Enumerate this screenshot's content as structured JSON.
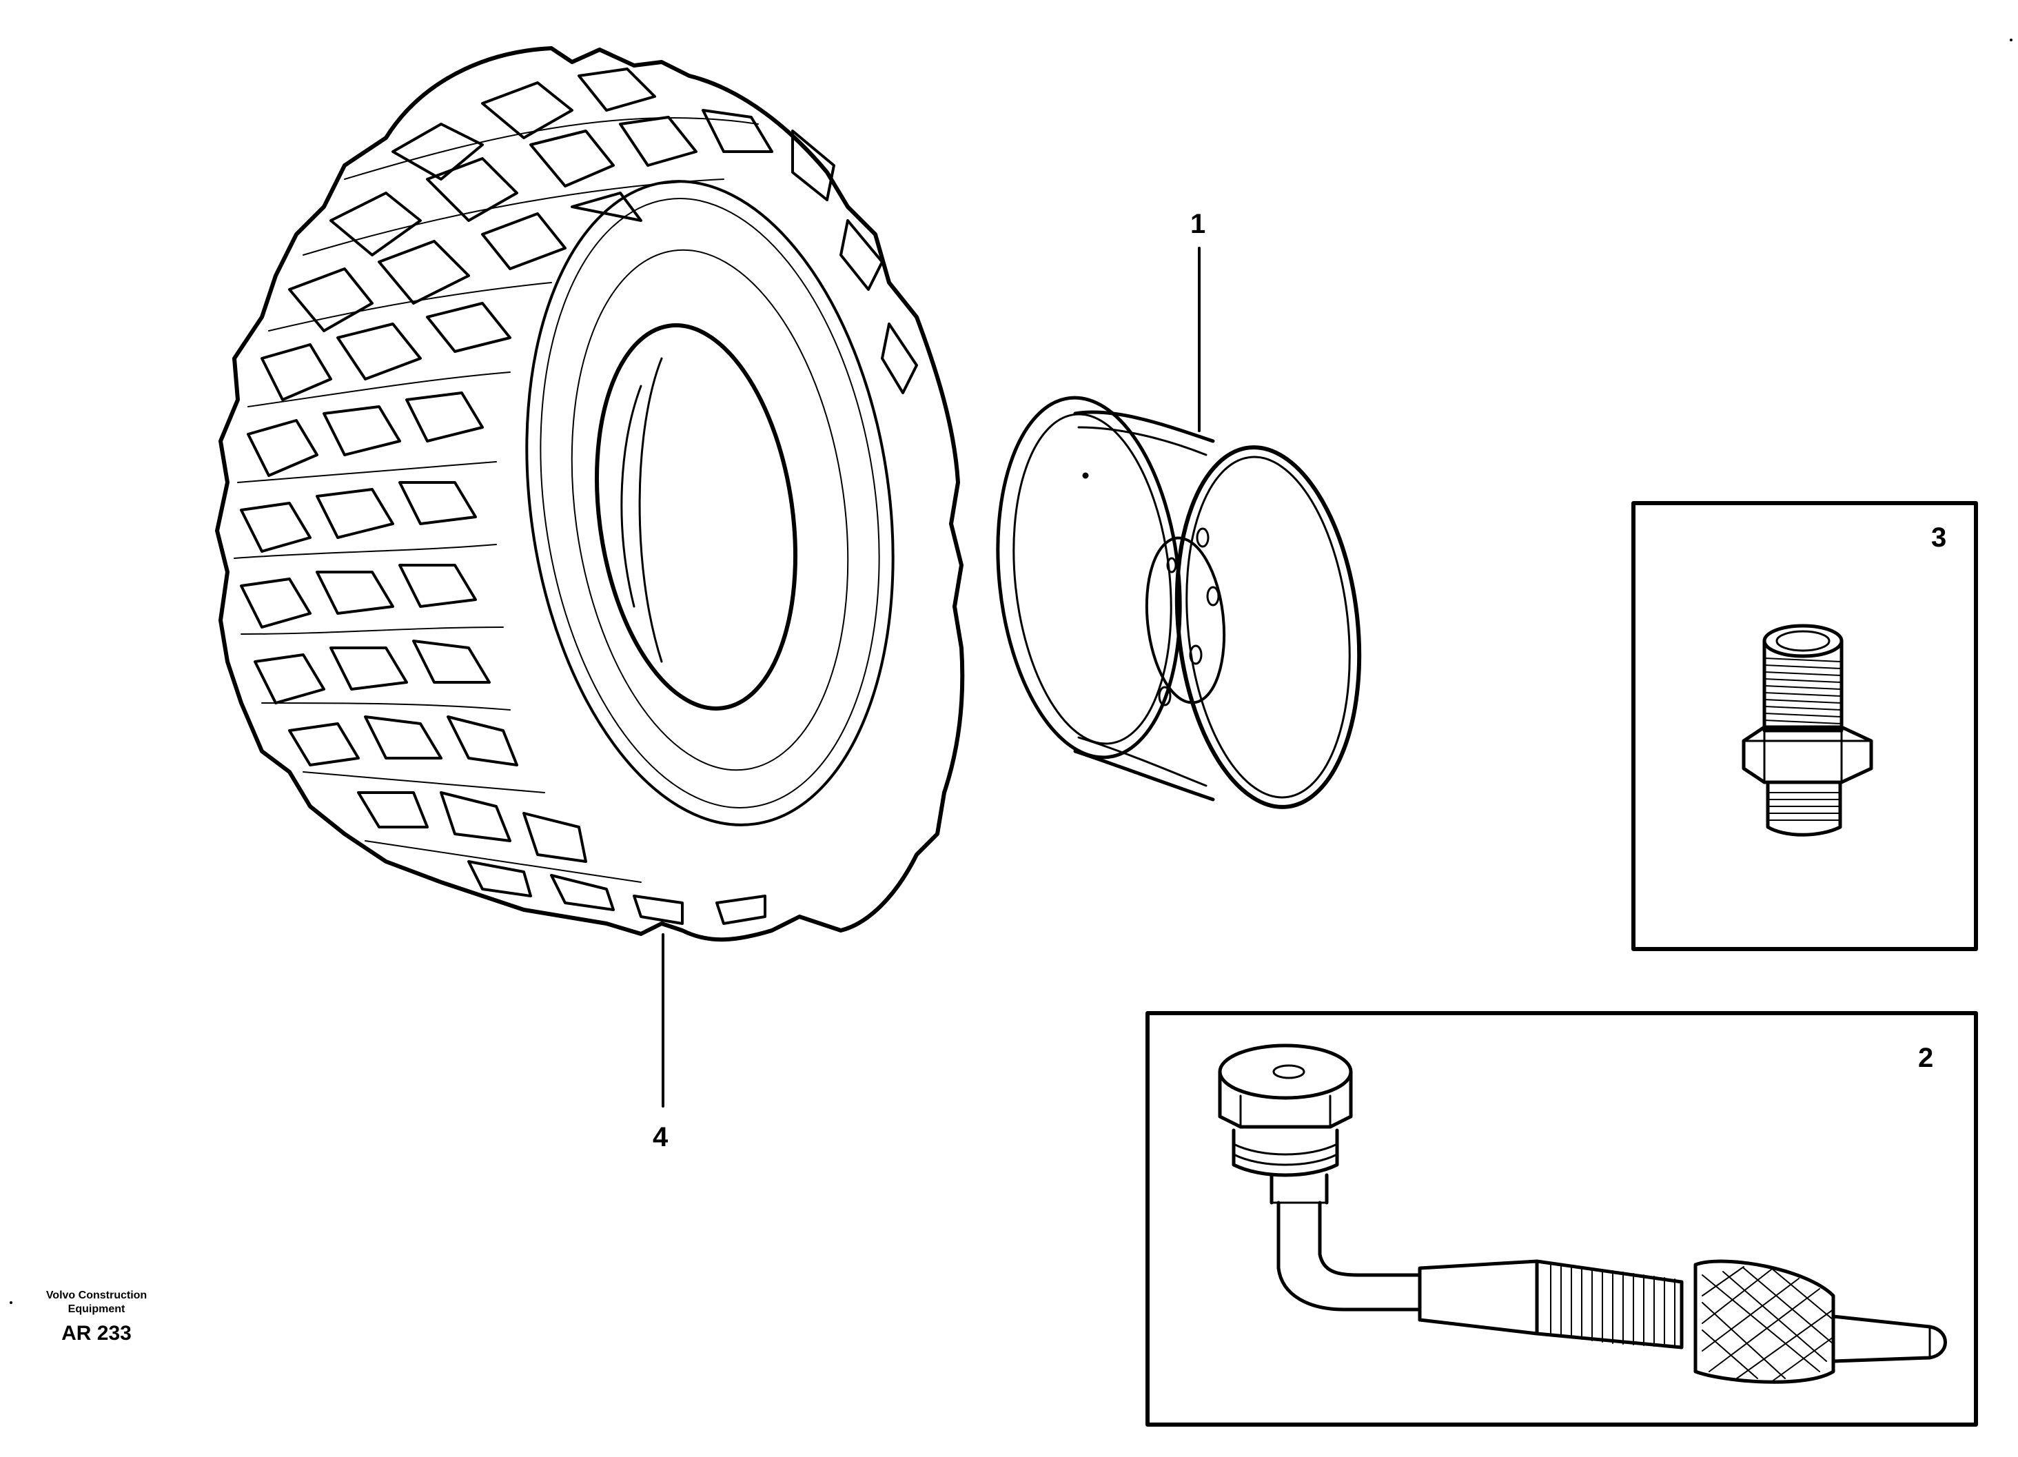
{
  "callouts": {
    "rim": "1",
    "angled_valve": "2",
    "valve_adapter": "3",
    "tyre": "4"
  },
  "footer": {
    "brand_line1": "Volvo Construction",
    "brand_line2": "Equipment",
    "drawing_code": "AR 233"
  }
}
